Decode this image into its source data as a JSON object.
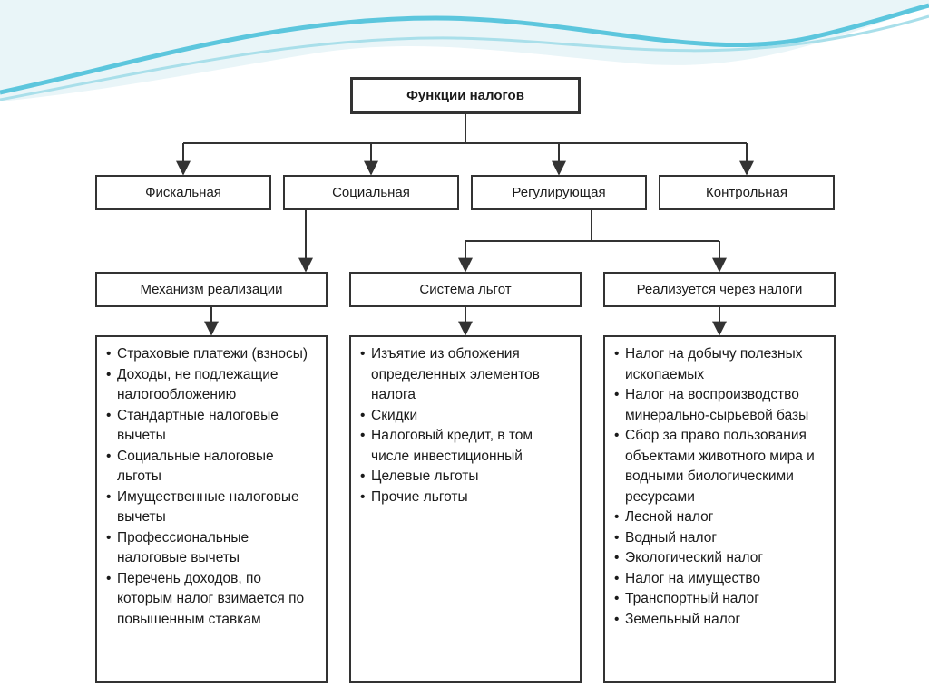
{
  "root": "Функции налогов",
  "functions": [
    "Фискальная",
    "Социальная",
    "Регулирующая",
    "Контрольная"
  ],
  "mechanisms": [
    "Механизм реализации",
    "Система льгот",
    "Реализуется через налоги"
  ],
  "lists": [
    [
      "Страховые платежи (взносы)",
      "Доходы, не подлежащие налогообложению",
      "Стандартные налоговые вычеты",
      "Социальные налоговые льготы",
      "Имущественные налоговые вычеты",
      "Профессиональные налоговые вычеты",
      "Перечень доходов, по которым налог взимается по повышенным ставкам"
    ],
    [
      "Изъятие из обложения определенных элементов налога",
      "Скидки",
      "Налоговый кредит, в том числе инвестиционный",
      "Целевые льготы",
      "Прочие льготы"
    ],
    [
      "Налог на добычу полезных ископаемых",
      "Налог на воспроизводство минерально-сырьевой базы",
      "Сбор за право пользования объектами животного мира и водными биологическими ресурсами",
      "Лесной налог",
      "Водный налог",
      "Экологический налог",
      "Налог на имущество",
      "Транспортный налог",
      "Земельный налог"
    ]
  ],
  "colors": {
    "wave_accent": "#5cc6dd",
    "line": "#333333"
  }
}
